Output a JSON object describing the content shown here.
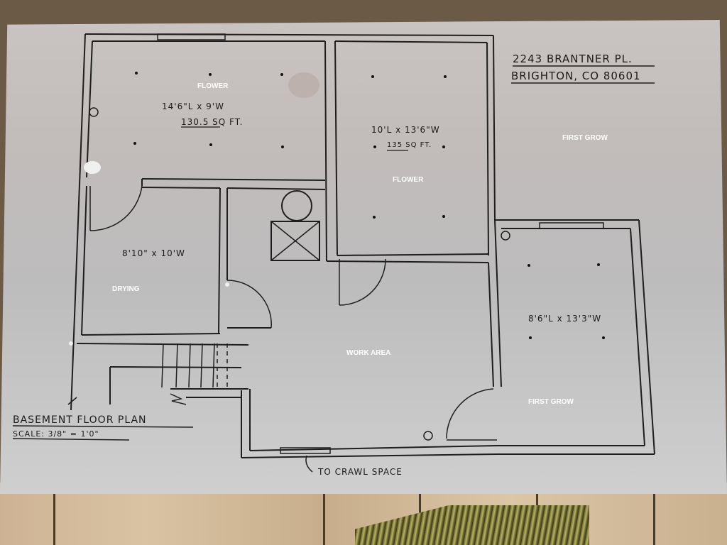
{
  "address": {
    "line1": "2243 BRANTNER PL.",
    "line2": "BRIGHTON, CO 80601"
  },
  "title": {
    "main": "BASEMENT FLOOR PLAN",
    "scale": "SCALE: 3/8\" = 1'0\""
  },
  "rooms": [
    {
      "name": "FLOWER",
      "dimensions": "14'6\"L x 9'W",
      "area": "130.5 SQ FT."
    },
    {
      "name": "FLOWER",
      "dimensions": "10'L x 13'6\"W",
      "area": "135 SQ FT."
    },
    {
      "name": "DRYING",
      "dimensions": "8'10\" x 10'W"
    },
    {
      "name": "WORK AREA"
    },
    {
      "name": "FIRST GROW",
      "dimensions": "8'6\"L x 13'3\"W"
    },
    {
      "name": "FIRST GROW"
    }
  ],
  "annotations": {
    "crawl_space": "TO CRAWL SPACE"
  },
  "colors": {
    "paper": "#c4c0be",
    "ink": "#1c1c1c",
    "overlay_label": "#ffffff",
    "wood": "#d2ba99"
  }
}
